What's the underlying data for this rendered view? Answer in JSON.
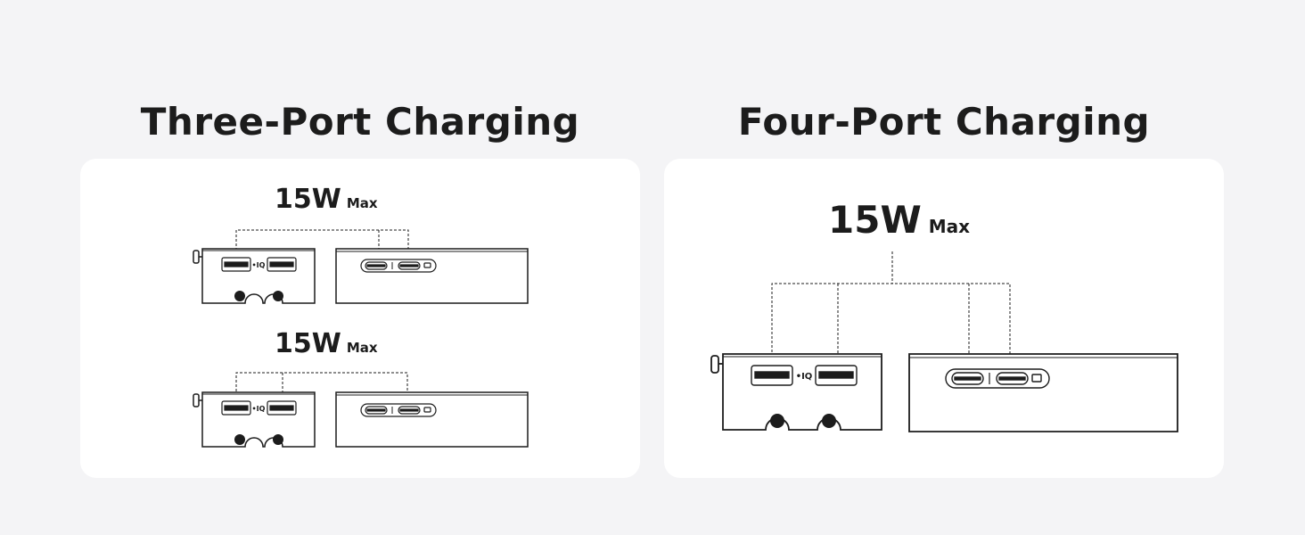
{
  "sections": [
    {
      "title": "Three-Port Charging",
      "configs": [
        {
          "power": "15W",
          "unit": "Max",
          "usb_a_label": "IQ"
        },
        {
          "power": "15W",
          "unit": "Max",
          "usb_a_label": "IQ"
        }
      ]
    },
    {
      "title": "Four-Port Charging",
      "configs": [
        {
          "power": "15W",
          "unit": "Max",
          "usb_a_label": "IQ"
        }
      ]
    }
  ],
  "colors": {
    "background": "#f4f4f6",
    "panel": "#ffffff",
    "ink": "#1c1c1c"
  },
  "icons": [
    "power-bank-usb-a-side",
    "power-bank-usb-c-side",
    "usb-a-port-icon",
    "usb-c-port-icon",
    "led-indicator-icon",
    "dial-knob-icon"
  ]
}
